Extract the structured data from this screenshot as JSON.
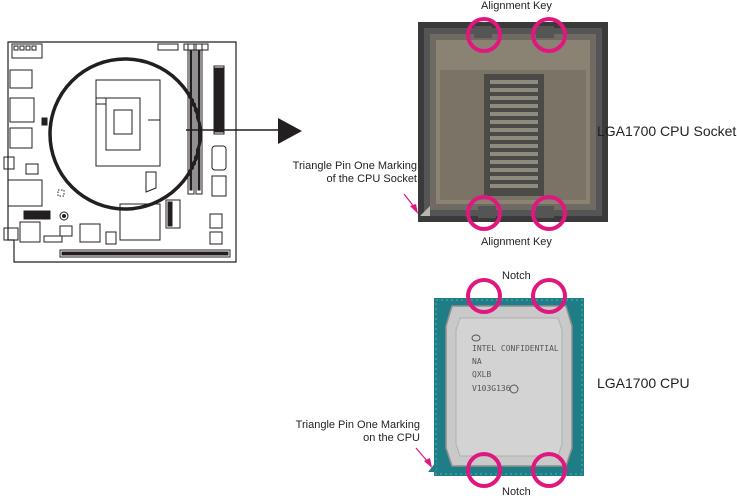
{
  "labels": {
    "alignment_key_top": "Alignment Key",
    "alignment_key_bottom": "Alignment Key",
    "socket_title": "LGA1700 CPU Socket",
    "socket_triangle_line1": "Triangle Pin One Marking",
    "socket_triangle_line2": "of the CPU Socket",
    "notch_top": "Notch",
    "notch_bottom": "Notch",
    "cpu_title": "LGA1700 CPU",
    "cpu_triangle_line1": "Triangle Pin One Marking",
    "cpu_triangle_line2": "on the CPU"
  },
  "cpu_engraving": {
    "line1": "INTEL CONFIDENTIAL",
    "line2": "NA",
    "line3": "QXLB",
    "line4": "V103G136"
  },
  "colors": {
    "highlight": "#e0177f",
    "pcb": "#1f7d86",
    "ihs": "#c9c9c9",
    "socket_frame": "#3a3a3a",
    "text": "#231f20"
  }
}
